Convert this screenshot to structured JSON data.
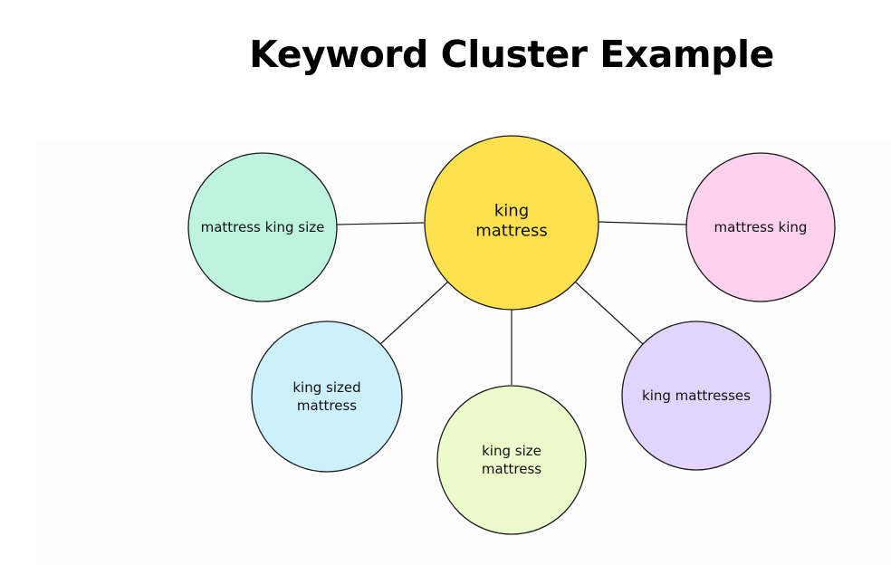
{
  "title": "Keyword Cluster Example",
  "center": {
    "lines": [
      "king",
      "mattress"
    ],
    "color": "#fde14f"
  },
  "nodes": [
    {
      "key": "mattress-king-size",
      "lines": [
        "mattress king size"
      ],
      "color": "#bdf3df"
    },
    {
      "key": "mattress-king",
      "lines": [
        "mattress king"
      ],
      "color": "#fed2ee"
    },
    {
      "key": "king-sized-mattress",
      "lines": [
        "king sized",
        "mattress"
      ],
      "color": "#cdf0fd"
    },
    {
      "key": "king-size-mattress",
      "lines": [
        "king size",
        "mattress"
      ],
      "color": "#ebfbcb"
    },
    {
      "key": "king-mattresses",
      "lines": [
        "king mattresses"
      ],
      "color": "#e3d4fd"
    }
  ],
  "stroke_color": "#1a1a1a"
}
